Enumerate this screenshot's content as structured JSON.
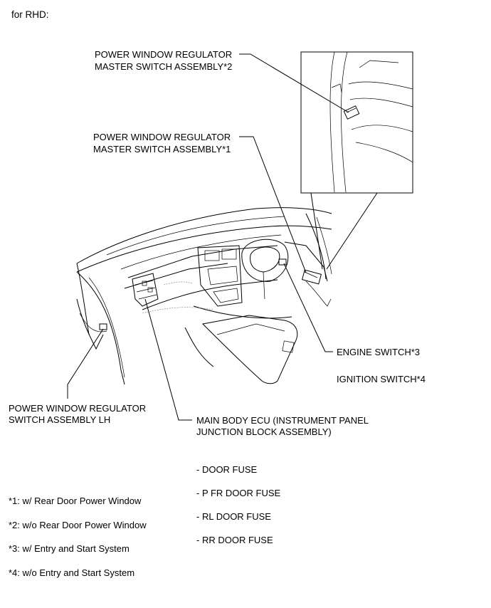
{
  "section_label": "for RHD:",
  "callouts": {
    "master_switch_2": [
      "POWER WINDOW REGULATOR",
      "MASTER SWITCH ASSEMBLY*2"
    ],
    "master_switch_1": [
      "POWER WINDOW REGULATOR",
      "MASTER SWITCH ASSEMBLY*1"
    ],
    "engine_switch": "ENGINE SWITCH*3",
    "ignition_switch": "IGNITION SWITCH*4",
    "window_switch_lh": [
      "POWER WINDOW REGULATOR",
      "SWITCH ASSEMBLY LH"
    ],
    "main_body_ecu": [
      "MAIN BODY ECU (INSTRUMENT PANEL",
      "JUNCTION BLOCK ASSEMBLY)"
    ]
  },
  "fuses": [
    "- DOOR FUSE",
    "- P FR DOOR FUSE",
    "- RL DOOR FUSE",
    "- RR DOOR FUSE"
  ],
  "footnotes": [
    "*1: w/ Rear Door Power Window",
    "*2: w/o Rear Door Power Window",
    "*3: w/ Entry and Start System",
    "*4: w/o Entry and Start System"
  ]
}
